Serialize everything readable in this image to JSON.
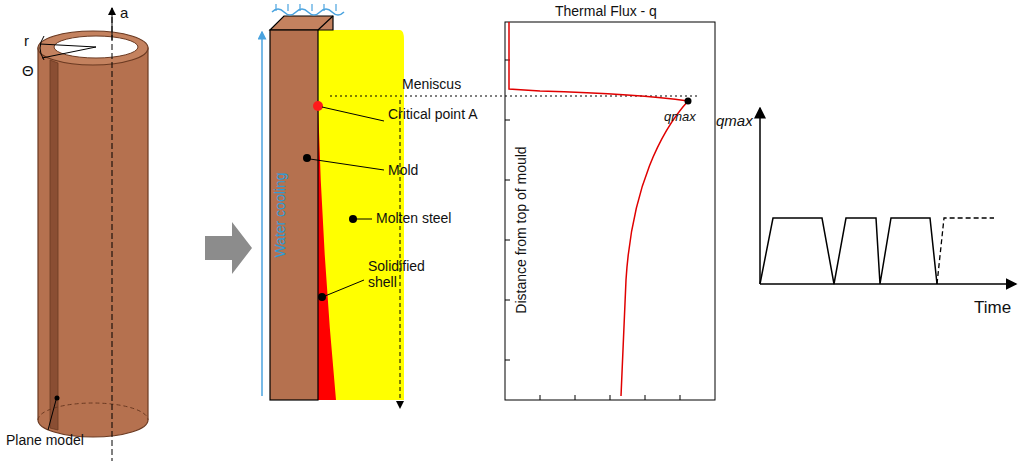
{
  "diagram": {
    "labels": [
      "a",
      "r",
      "Θ",
      "Plane model",
      "Meniscus",
      "Critical point A",
      "Mold",
      "Molten steel",
      "Solidified shell",
      "Water cooling",
      "Thermal Flux - q",
      "Distance from top of mould",
      "qmax",
      "qmax",
      "Time"
    ]
  }
}
